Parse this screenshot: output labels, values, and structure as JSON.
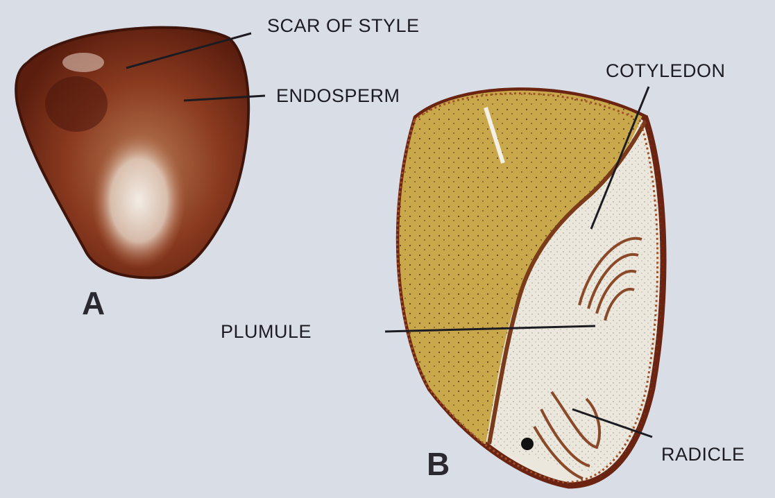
{
  "figure": {
    "seed_a": {
      "letter": "A",
      "labels": {
        "scar": "SCAR OF STYLE",
        "endosperm": "ENDOSPERM"
      }
    },
    "seed_b": {
      "letter": "B",
      "labels": {
        "cotyledon": "COTYLEDON",
        "plumule": "PLUMULE",
        "radicle": "RADICLE"
      }
    }
  },
  "colors": {
    "background": "#d9dde6",
    "seed_coat": "#6b2412",
    "endosperm_fill": "#c8a84a",
    "embryo_fill": "#ece7dc",
    "label_text": "#1c1b22"
  }
}
